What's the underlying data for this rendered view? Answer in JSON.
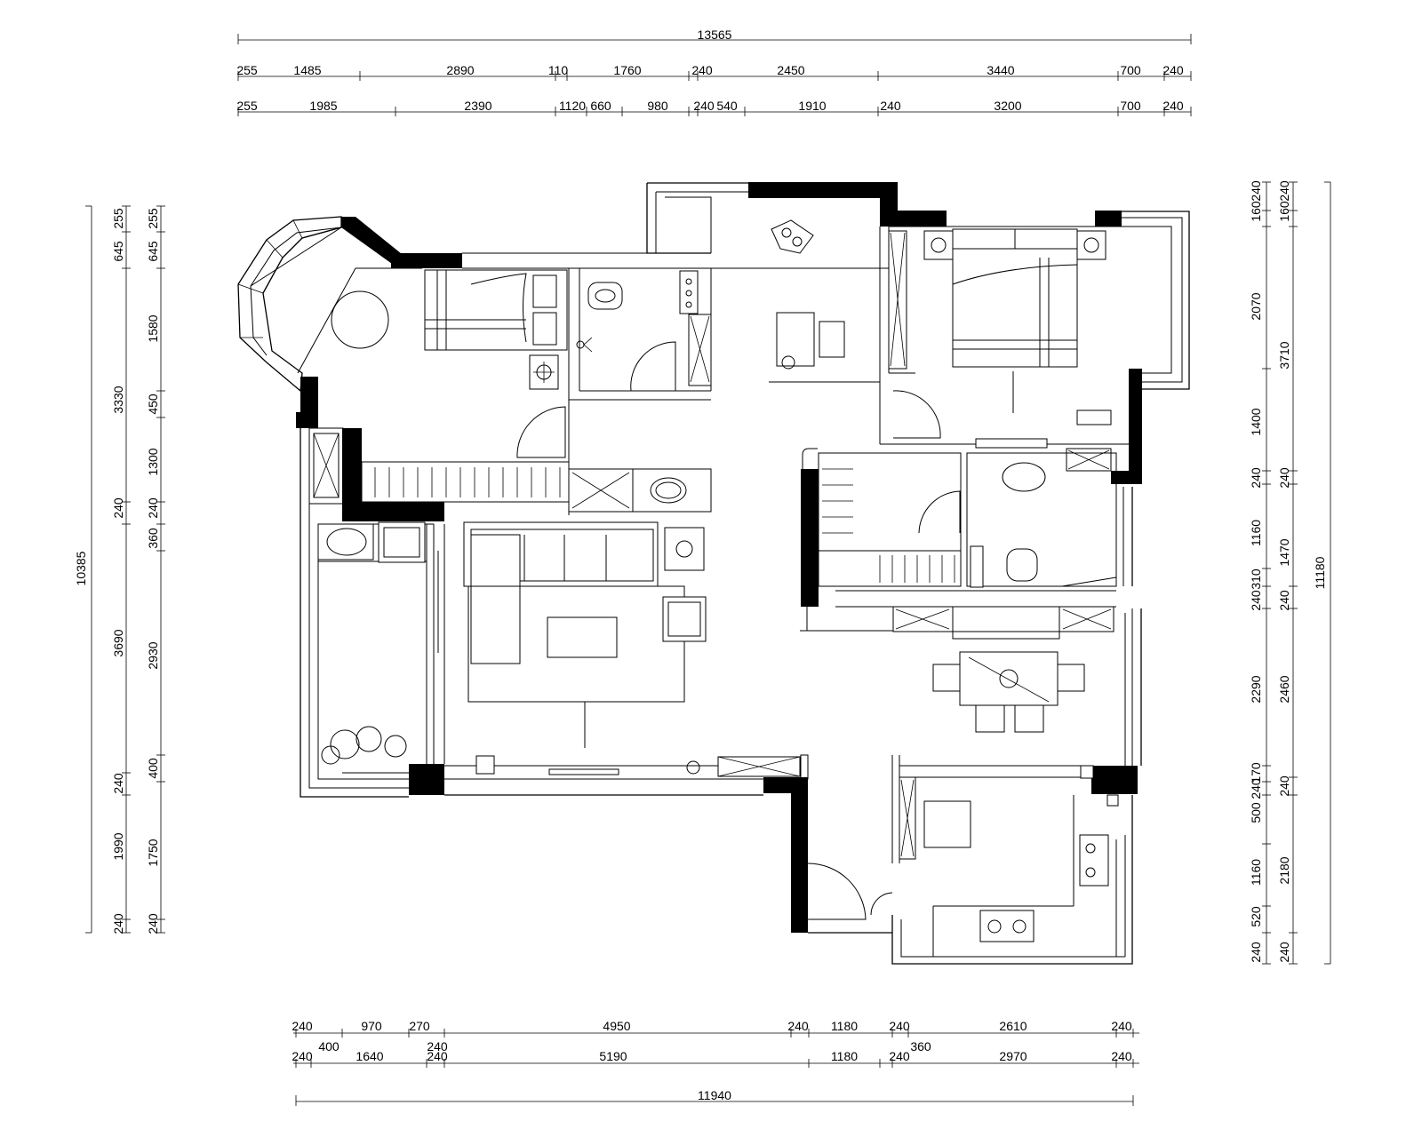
{
  "dimensions": {
    "top_total": "13565",
    "top_row1": [
      "255",
      "1485",
      "2890",
      "110",
      "1760",
      "240",
      "2450",
      "3440",
      "700",
      "240"
    ],
    "top_row2": [
      "255",
      "1985",
      "2390",
      "1120",
      "660",
      "980",
      "240",
      "540",
      "1910",
      "240",
      "3200",
      "700",
      "240"
    ],
    "left_total": "10385",
    "left_outer": [
      "255",
      "645",
      "3330",
      "240",
      "3690",
      "240",
      "1990",
      "240"
    ],
    "left_inner": [
      "255",
      "645",
      "1580",
      "450",
      "1300",
      "240",
      "360",
      "2930",
      "400",
      "1750",
      "240"
    ],
    "right_total": "11180",
    "right_inner": [
      "240",
      "160",
      "2070",
      "1400",
      "240",
      "1160",
      "310",
      "240",
      "2290",
      "170",
      "240",
      "500",
      "1160",
      "520",
      "240"
    ],
    "right_outer": [
      "240",
      "160",
      "3710",
      "240",
      "1470",
      "240",
      "2460",
      "240",
      "2180",
      "240"
    ],
    "bottom_row1": [
      "240",
      "970",
      "270",
      "4950",
      "240",
      "1180",
      "240",
      "2610",
      "240"
    ],
    "bottom_row1_sub": [
      "400",
      "240",
      "360"
    ],
    "bottom_row2": [
      "240",
      "1640",
      "240",
      "5190",
      "1180",
      "240",
      "2970",
      "240"
    ],
    "bottom_total": "11940"
  },
  "colors": {
    "line": "#000000",
    "wall_fill": "#000000",
    "background": "#ffffff"
  },
  "icons": [
    "bed-icon",
    "sofa-icon",
    "toilet-icon",
    "washbasin-icon",
    "stove-icon",
    "plant-icon",
    "lamp-icon",
    "dining-table-icon"
  ]
}
